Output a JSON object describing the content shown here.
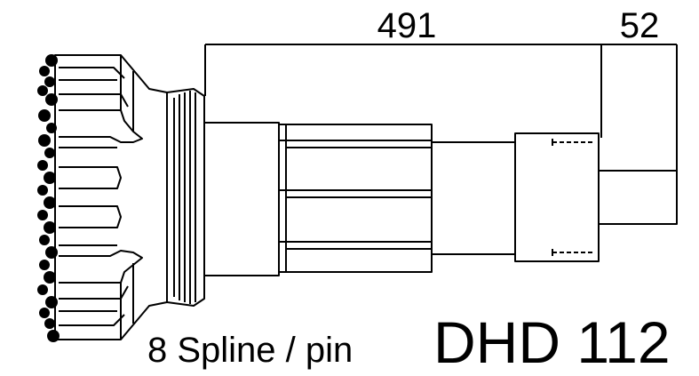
{
  "dimensions": {
    "total_length": "491",
    "shank_length": "52"
  },
  "captions": {
    "spline": "8 Spline / pin",
    "model": "DHD 112"
  },
  "colors": {
    "line": "#000000",
    "background": "#ffffff"
  }
}
